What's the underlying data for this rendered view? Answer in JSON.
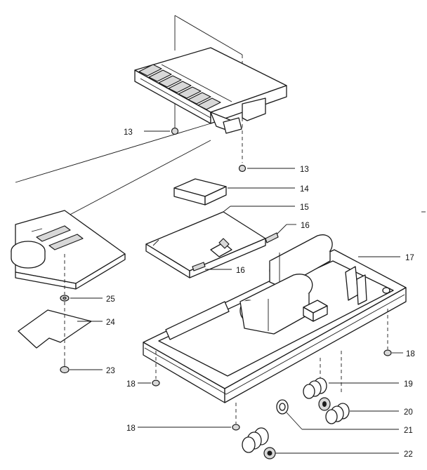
{
  "diagram": {
    "type": "exploded-parts-view",
    "callouts": [
      {
        "id": "c13a",
        "text": "13"
      },
      {
        "id": "c13b",
        "text": "13"
      },
      {
        "id": "c14",
        "text": "14"
      },
      {
        "id": "c15",
        "text": "15"
      },
      {
        "id": "c16a",
        "text": "16"
      },
      {
        "id": "c16b",
        "text": "16"
      },
      {
        "id": "c17",
        "text": "17"
      },
      {
        "id": "c18a",
        "text": "18"
      },
      {
        "id": "c18b",
        "text": "18"
      },
      {
        "id": "c18c",
        "text": "18"
      },
      {
        "id": "c19",
        "text": "19"
      },
      {
        "id": "c20",
        "text": "20"
      },
      {
        "id": "c21",
        "text": "21"
      },
      {
        "id": "c22",
        "text": "22"
      },
      {
        "id": "c23",
        "text": "23"
      },
      {
        "id": "c24",
        "text": "24"
      },
      {
        "id": "c25",
        "text": "25"
      }
    ]
  }
}
